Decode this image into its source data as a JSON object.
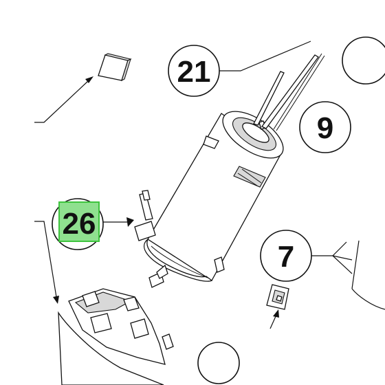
{
  "diagram": {
    "callouts": [
      {
        "id": "21",
        "label": "21"
      },
      {
        "id": "9",
        "label": "9"
      },
      {
        "id": "26",
        "label": "26",
        "highlighted": true
      },
      {
        "id": "7",
        "label": "7"
      }
    ],
    "colors": {
      "line": "#111111",
      "background": "#ffffff",
      "highlight_fill": "#8fe08f",
      "highlight_border": "#3ec43e"
    }
  }
}
